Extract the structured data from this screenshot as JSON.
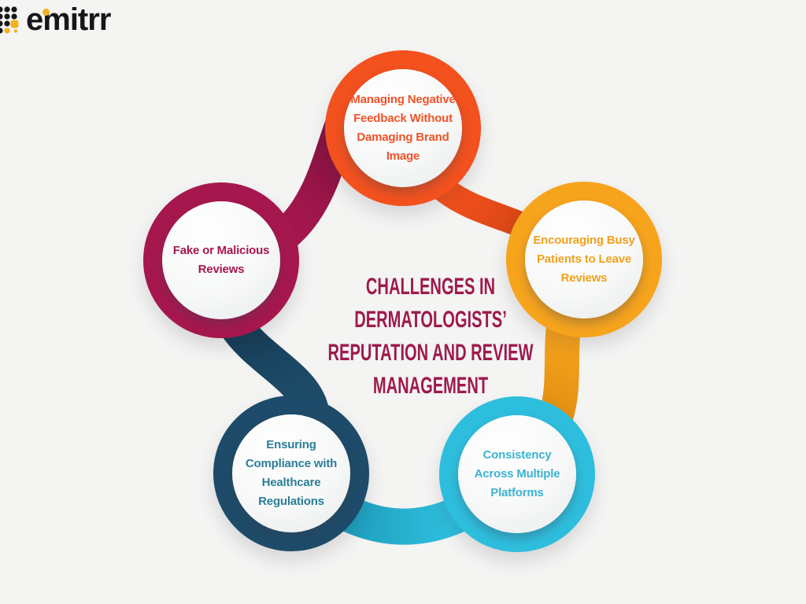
{
  "page": {
    "background_color": "#F4F4F3"
  },
  "logo": {
    "brand": "emitrr",
    "wordmark_color": "#17171B",
    "accent_color": "#F2B21D",
    "icon": "dot-matrix-logo-icon"
  },
  "title": {
    "text": "CHALLENGES IN\nDERMATOLOGISTS’\nREPUTATION AND REVIEW\nMANAGEMENT",
    "color": "#9E1A4D"
  },
  "nodes": [
    {
      "id": "managing-negative-feedback",
      "position": "top",
      "text": "Managing Negative\nFeedback Without\nDamaging Brand\nImage",
      "ring_color": "#F3511E",
      "text_color": "#EF5328"
    },
    {
      "id": "encouraging-busy-patients",
      "position": "right",
      "text": "Encouraging Busy\nPatients to Leave\nReviews",
      "ring_color": "#F7A41D",
      "text_color": "#F0A11E"
    },
    {
      "id": "consistency-across-platforms",
      "position": "bottom-right",
      "text": "Consistency\nAcross Multiple\nPlatforms",
      "ring_color": "#2EBEDD",
      "text_color": "#3CB3D1"
    },
    {
      "id": "ensuring-compliance",
      "position": "bottom-left",
      "text": "Ensuring\nCompliance with\nHealthcare\nRegulations",
      "ring_color": "#1D4B69",
      "text_color": "#2C7E97"
    },
    {
      "id": "fake-or-malicious-reviews",
      "position": "left",
      "text": "Fake or Malicious\nReviews",
      "ring_color": "#A6174E",
      "text_color": "#A6174E"
    }
  ],
  "ribbons": [
    {
      "id": "left-to-top",
      "color_bright": "#A6174E",
      "color_shadow": "#701036"
    },
    {
      "id": "left-to-bottom-left",
      "color_bright": "#1D4B69",
      "color_shadow": "#112E44"
    },
    {
      "id": "bottom-right-to-bottom-left",
      "color_bright": "#2EBEDD",
      "color_shadow": "#1A97B5"
    },
    {
      "id": "right-to-bottom-right",
      "color_bright": "#F7A41D",
      "color_shadow": "#D6830C"
    },
    {
      "id": "top-to-right",
      "color_bright": "#F4511D",
      "color_shadow": "#C23D10"
    }
  ]
}
